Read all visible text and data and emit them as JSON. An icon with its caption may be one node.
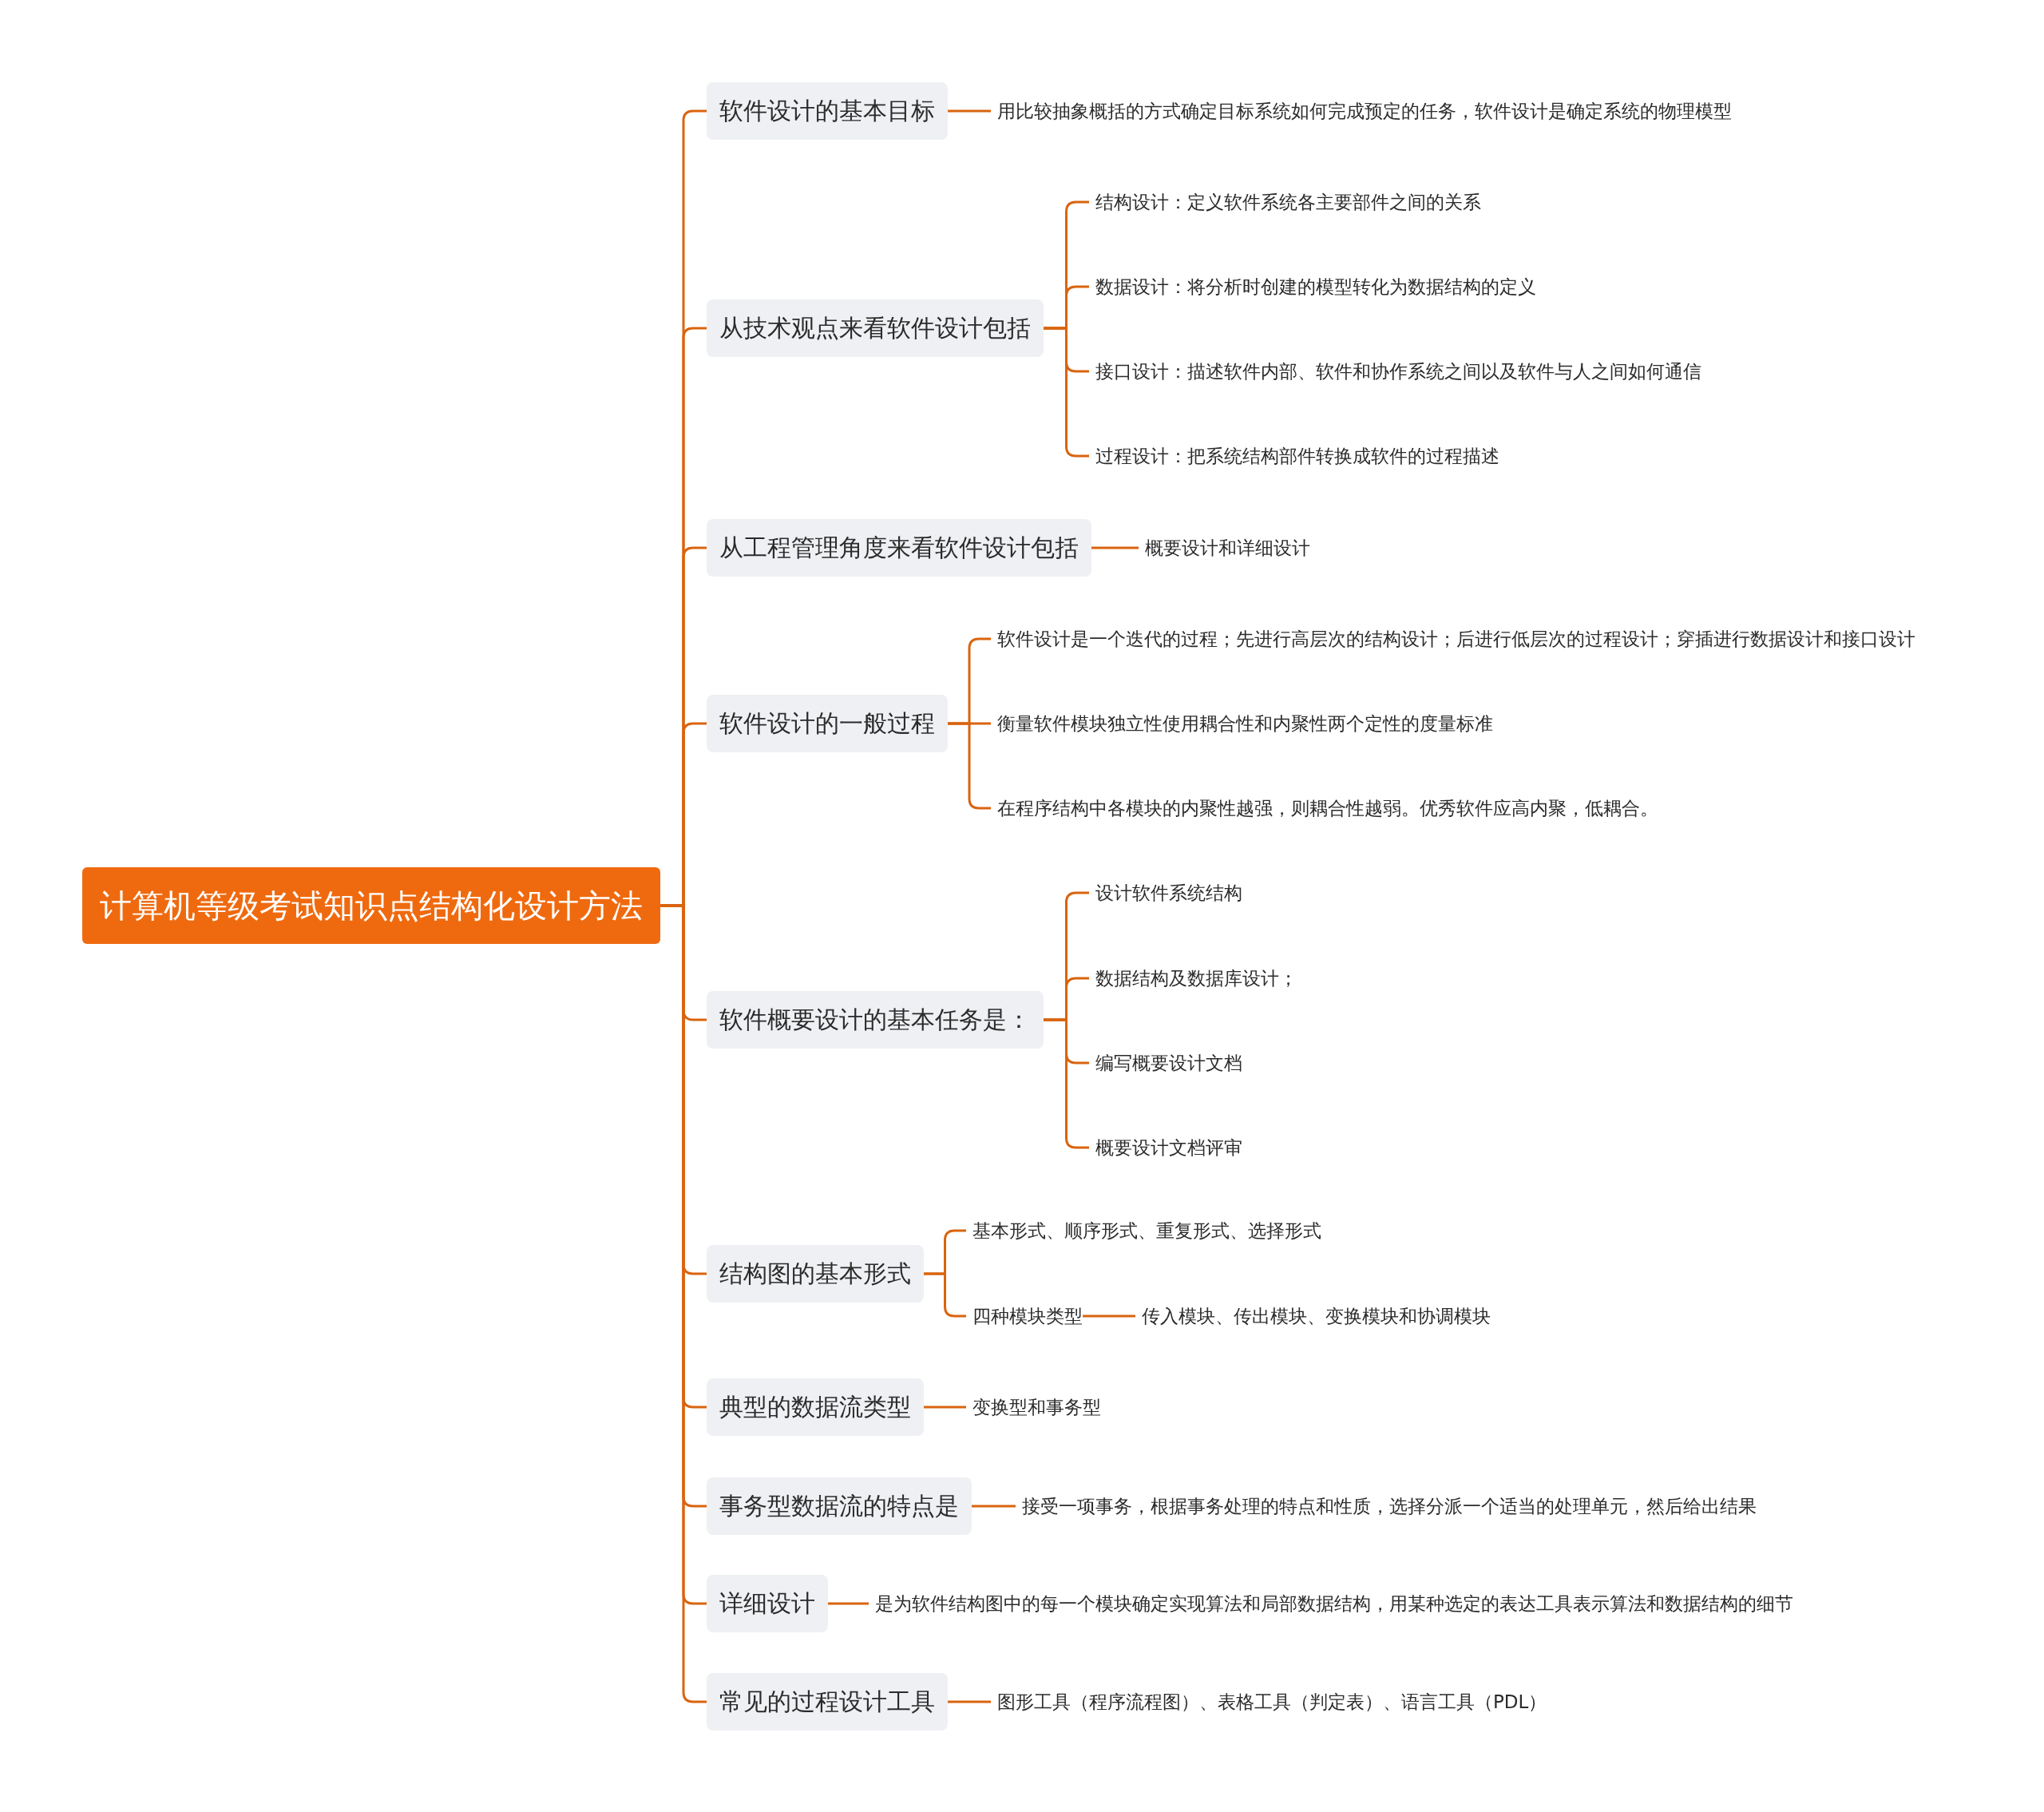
{
  "diagram": {
    "nodes": [
      {
        "text": [
          "计算机等级考试知识点结构化设计方法"
        ]
      },
      {
        "text": [
          "软件设计的基本目标"
        ]
      },
      {
        "text": [
          "用比较抽象概括的方式确定目标系统如何完成预定的任务，软件设计是确定系统的物理模型"
        ]
      },
      {
        "text": [
          "从技术观点来看软件设计包括"
        ]
      },
      {
        "text": [
          "结构设计：定义软件系统各主要部件之间的关系"
        ]
      },
      {
        "text": [
          "数据设计：将分析时创建的模型转化为数据结构的定义"
        ]
      },
      {
        "text": [
          "接口设计：描述软件内部、软件和协作系统之间以及软件与人之间如何通信"
        ]
      },
      {
        "text": [
          "过程设计：把系统结构部件转换成软件的过程描述"
        ]
      },
      {
        "text": [
          "从工程管理角度来看软件设计包括"
        ]
      },
      {
        "text": [
          "概要设计和详细设计"
        ]
      },
      {
        "text": [
          "软件设计的一般过程"
        ]
      },
      {
        "text": [
          "软件设计是一个迭代的过程；先进行高层次的结构设计；后进行低层次的过程设计；穿插进行数据设计和接口设计"
        ]
      },
      {
        "text": [
          "衡量软件模块独立性使用耦合性和内聚性两个定性的度量标准"
        ]
      },
      {
        "text": [
          "在程序结构中各模块的内聚性越强，则耦合性越弱。优秀软件应高内聚，低耦合。"
        ]
      },
      {
        "text": [
          "软件概要设计的基本任务是："
        ]
      },
      {
        "text": [
          "设计软件系统结构"
        ]
      },
      {
        "text": [
          "数据结构及数据库设计；"
        ]
      },
      {
        "text": [
          "编写概要设计文档"
        ]
      },
      {
        "text": [
          "概要设计文档评审"
        ]
      },
      {
        "text": [
          "结构图的基本形式"
        ]
      },
      {
        "text": [
          "基本形式、顺序形式、重复形式、选择形式"
        ]
      },
      {
        "text": [
          "四种模块类型"
        ]
      },
      {
        "text": [
          "传入模块、传出模块、变换模块和协调模块"
        ]
      },
      {
        "text": [
          "典型的数据流类型"
        ]
      },
      {
        "text": [
          "变换型和事务型"
        ]
      },
      {
        "text": [
          "事务型数据流的特点是"
        ]
      },
      {
        "text": [
          "接受一项事务，根据事务处理的特点和性质，选择分派一个适当的处理单元，然后给出结果"
        ]
      },
      {
        "text": [
          "详细设计"
        ]
      },
      {
        "text": [
          "是为软件结构图中的每一个模块确定实现算法和局部数据结构，用某种选定的表达工具表示算法和数据结构的细节"
        ]
      },
      {
        "text": [
          "常见的过程设计工具"
        ]
      },
      {
        "text": [
          "图形工具（程序流程图）、表格工具（判定表）、语言工具（PDL）"
        ]
      }
    ],
    "edges": [
      {
        "from": 0,
        "to": 1,
        "arrow": "none"
      },
      {
        "from": 1,
        "to": 2,
        "arrow": "none"
      },
      {
        "from": 0,
        "to": 3,
        "arrow": "none"
      },
      {
        "from": 3,
        "to": 4,
        "arrow": "none"
      },
      {
        "from": 3,
        "to": 5,
        "arrow": "none"
      },
      {
        "from": 3,
        "to": 6,
        "arrow": "none"
      },
      {
        "from": 3,
        "to": 7,
        "arrow": "none"
      },
      {
        "from": 0,
        "to": 8,
        "arrow": "none"
      },
      {
        "from": 8,
        "to": 9,
        "arrow": "none"
      },
      {
        "from": 0,
        "to": 10,
        "arrow": "none"
      },
      {
        "from": 10,
        "to": 11,
        "arrow": "none"
      },
      {
        "from": 10,
        "to": 12,
        "arrow": "none"
      },
      {
        "from": 10,
        "to": 13,
        "arrow": "none"
      },
      {
        "from": 0,
        "to": 14,
        "arrow": "none"
      },
      {
        "from": 14,
        "to": 15,
        "arrow": "none"
      },
      {
        "from": 14,
        "to": 16,
        "arrow": "none"
      },
      {
        "from": 14,
        "to": 17,
        "arrow": "none"
      },
      {
        "from": 14,
        "to": 18,
        "arrow": "none"
      },
      {
        "from": 0,
        "to": 19,
        "arrow": "none"
      },
      {
        "from": 19,
        "to": 20,
        "arrow": "none"
      },
      {
        "from": 19,
        "to": 21,
        "arrow": "none"
      },
      {
        "from": 21,
        "to": 22,
        "arrow": "none"
      },
      {
        "from": 0,
        "to": 23,
        "arrow": "none"
      },
      {
        "from": 23,
        "to": 24,
        "arrow": "none"
      },
      {
        "from": 0,
        "to": 25,
        "arrow": "none"
      },
      {
        "from": 25,
        "to": 26,
        "arrow": "none"
      },
      {
        "from": 0,
        "to": 27,
        "arrow": "none"
      },
      {
        "from": 27,
        "to": 28,
        "arrow": "none"
      },
      {
        "from": 0,
        "to": 29,
        "arrow": "none"
      },
      {
        "from": 29,
        "to": 30,
        "arrow": "none"
      }
    ]
  }
}
